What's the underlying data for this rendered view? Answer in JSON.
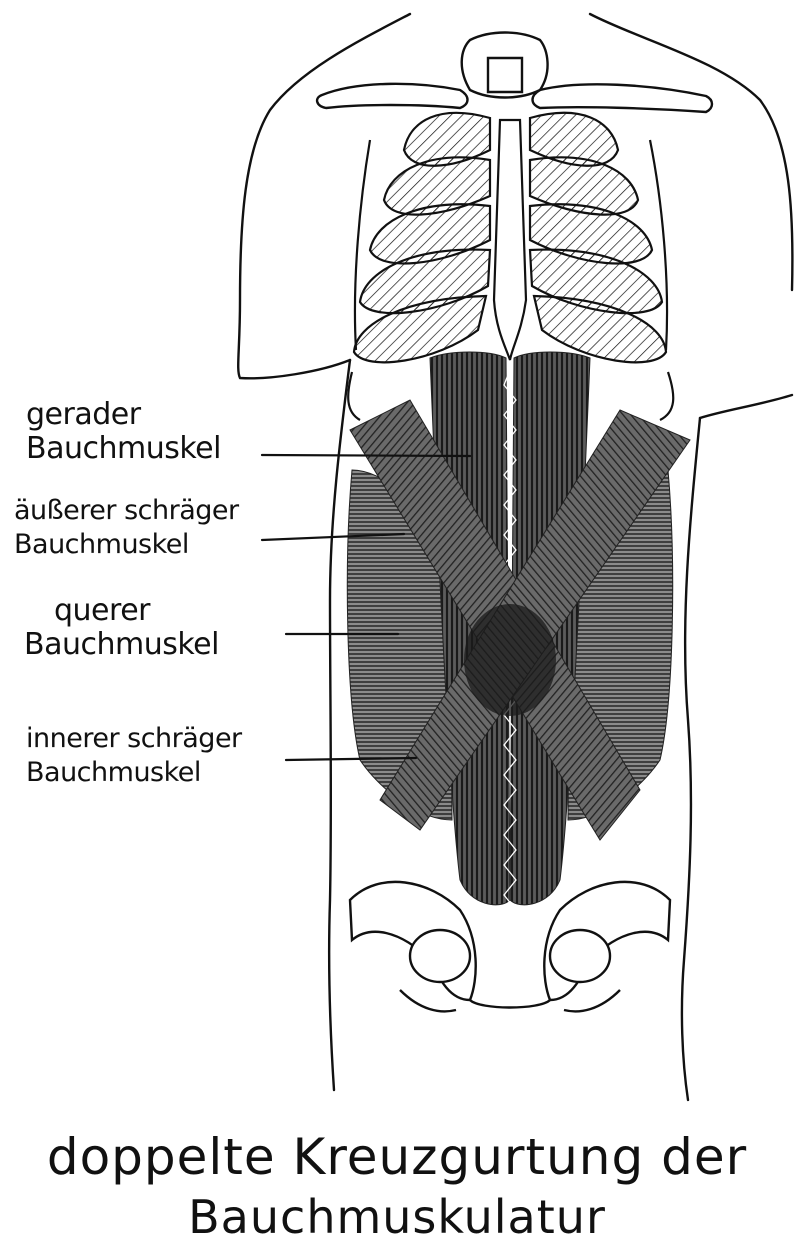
{
  "labels": {
    "rectus": {
      "line1": "gerader",
      "line2": "Bauchmuskel"
    },
    "external_oblique": {
      "line1": "äußerer schräger",
      "line2": "Bauchmuskel"
    },
    "transversus": {
      "line1": "querer",
      "line2": "Bauchmuskel"
    },
    "internal_oblique": {
      "line1": "innerer schräger",
      "line2": "Bauchmuskel"
    }
  },
  "caption": {
    "line1": "doppelte Kreuzgurtung der",
    "line2": "Bauchmuskulatur"
  }
}
